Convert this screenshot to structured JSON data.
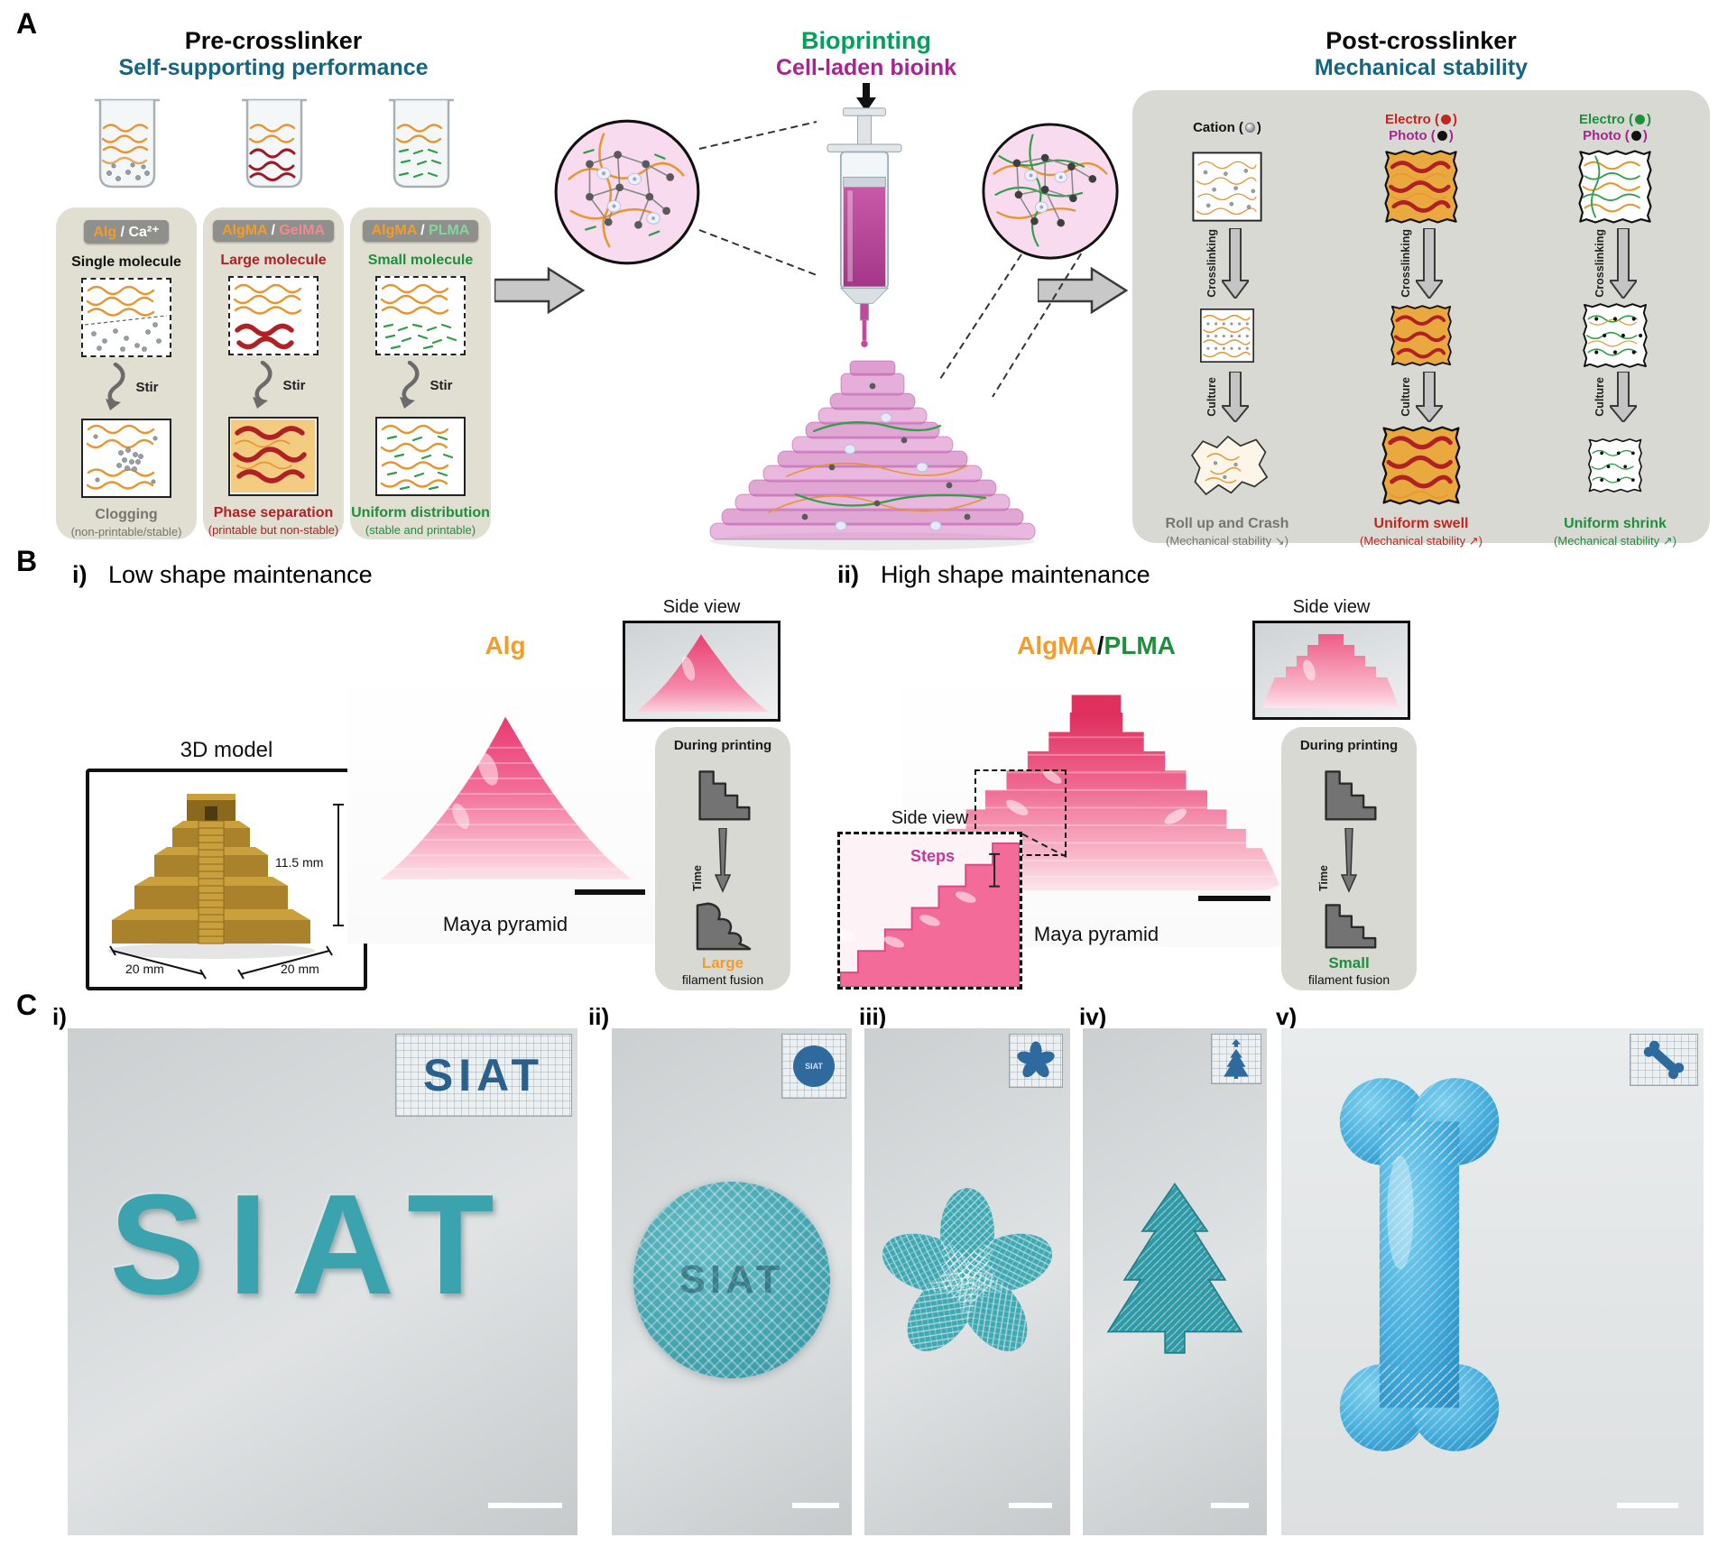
{
  "panelA": {
    "label": "A",
    "pre": {
      "title": "Pre-crosslinker",
      "subtitle": "Self-supporting performance",
      "columns": [
        {
          "tag1": "Alg",
          "tagSep": " / ",
          "tag2": "Ca²⁺",
          "molecule": "Single molecule",
          "stir": "Stir",
          "result": "Clogging",
          "resultNote": "(non-printable/stable)"
        },
        {
          "tag1": "AlgMA",
          "tagSep": " / ",
          "tag2": "GelMA",
          "molecule": "Large molecule",
          "stir": "Stir",
          "result": "Phase separation",
          "resultNote": "(printable but non-stable)"
        },
        {
          "tag1": "AlgMA",
          "tagSep": " / ",
          "tag2": "PLMA",
          "molecule": "Small molecule",
          "stir": "Stir",
          "result": "Uniform distribution",
          "resultNote": "(stable and printable)"
        }
      ]
    },
    "mid": {
      "title": "Bioprinting",
      "subtitle": "Cell-laden bioink"
    },
    "post": {
      "title": "Post-crosslinker",
      "subtitle": "Mechanical stability",
      "columns": [
        {
          "header1": "Cation (",
          "parenClose": ")",
          "link1": "Crosslinking",
          "link2": "Culture",
          "result": "Roll up and Crash",
          "resultNote": "(Mechanical stability ↘)"
        },
        {
          "header1": "Electro (",
          "header2": "Photo (",
          "parenClose": ")",
          "link1": "Crosslinking",
          "link2": "Culture",
          "result": "Uniform swell",
          "resultNote": "(Mechanical stability ↗)"
        },
        {
          "header1": "Electro (",
          "header2": "Photo (",
          "parenClose": ")",
          "link1": "Crosslinking",
          "link2": "Culture",
          "result": "Uniform shrink",
          "resultNote": "(Mechanical stability ↗)"
        }
      ]
    }
  },
  "panelB": {
    "label": "B",
    "i": {
      "index": "i)",
      "heading": "Low shape maintenance",
      "model": {
        "title": "3D model",
        "height": "11.5 mm",
        "w1": "20 mm",
        "w2": "20 mm"
      },
      "material": "Alg",
      "sideView": "Side view",
      "caption": "Maya pyramid",
      "sch": {
        "top": "During printing",
        "axis": "Time",
        "result": "Large",
        "note": "filament fusion"
      }
    },
    "ii": {
      "index": "ii)",
      "heading": "High shape maintenance",
      "material1": "AlgMA",
      "materialSep": "/",
      "material2": "PLMA",
      "sideView": "Side view",
      "zoomTitle": "Side view",
      "steps": "Steps",
      "caption": "Maya pyramid",
      "sch": {
        "top": "During printing",
        "axis": "Time",
        "result": "Small",
        "note": "filament fusion"
      }
    }
  },
  "panelC": {
    "label": "C",
    "items": [
      {
        "index": "i)",
        "printText": "SIAT",
        "insetText": "SIAT"
      },
      {
        "index": "ii)",
        "insetText": "SIAT",
        "watermark": "SIAT"
      },
      {
        "index": "iii)"
      },
      {
        "index": "iv)"
      },
      {
        "index": "v)"
      }
    ]
  },
  "icons": {
    "cation": "gray-sphere-icon",
    "electro_red": "red-dot-icon",
    "electro_green": "green-dot-icon",
    "photo": "black-dot-icon"
  },
  "colors": {
    "alg_orange": "#F39C2B",
    "gelma_red": "#C2261D",
    "plma_green": "#1F8F3C",
    "heading_teal": "#16657F",
    "bioprinting_green": "#00A15D",
    "bioink_magenta": "#A6268E",
    "steps_label": "#C0399B",
    "print_teal": "#3FA8B2",
    "bone_blue": "#46AEDC",
    "pyramid_pink": "#E73A70",
    "gold": "#A9822B"
  }
}
